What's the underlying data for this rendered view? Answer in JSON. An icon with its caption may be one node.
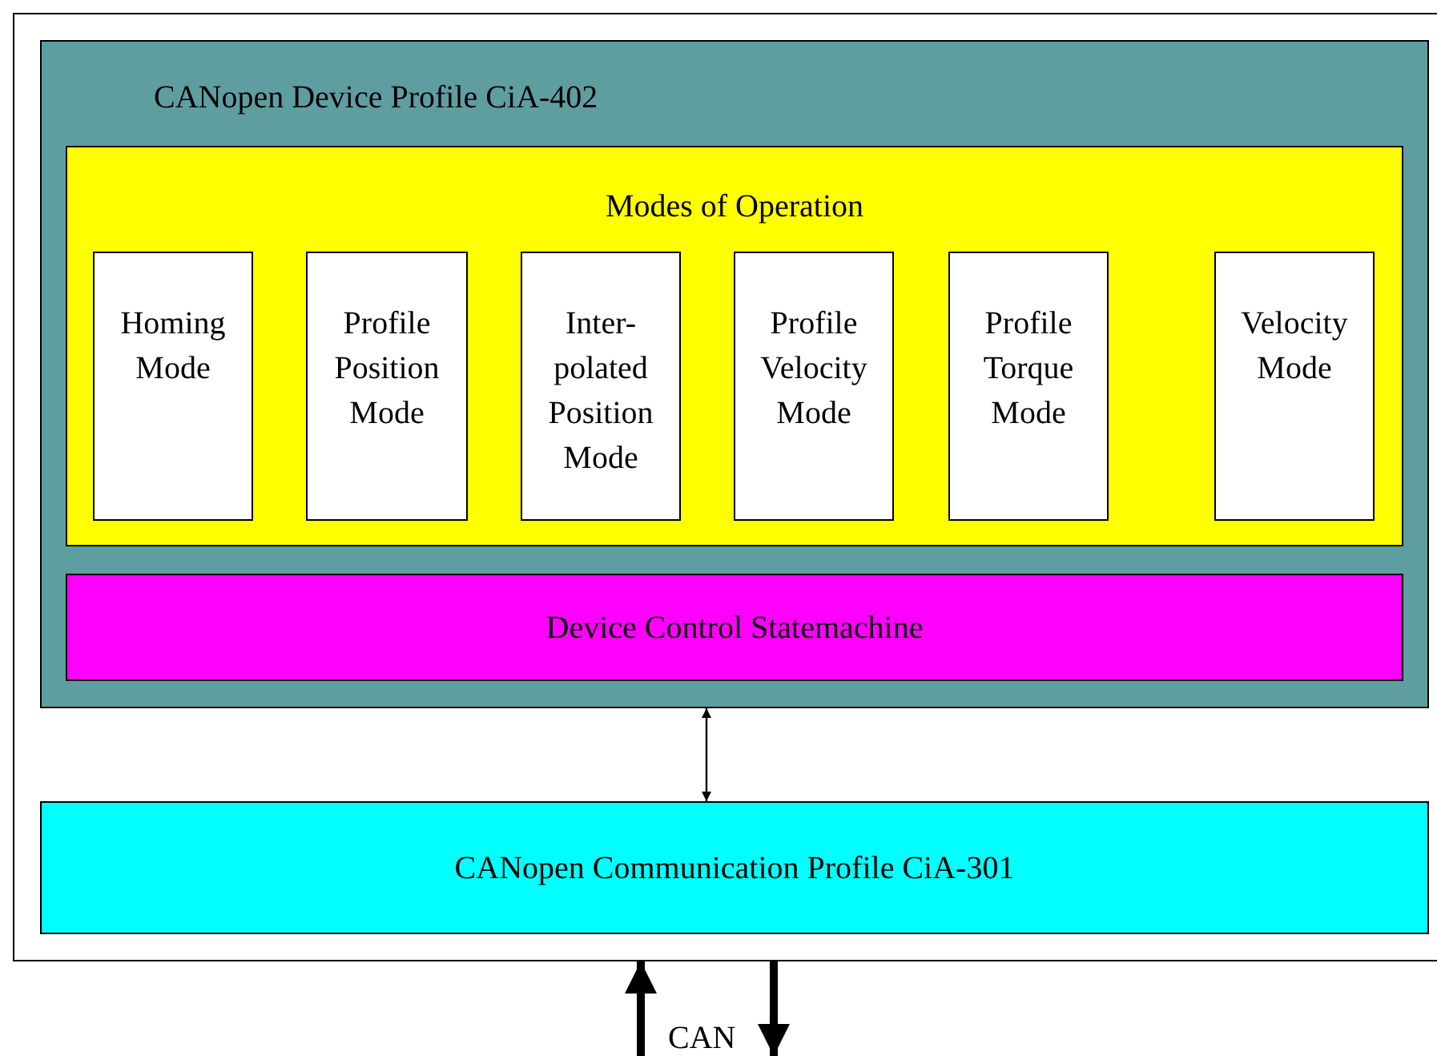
{
  "diagram": {
    "nodes": [
      {
        "text": [],
        "shape": "box"
      },
      {
        "text": [
          "CANopen Device Profile CiA-402"
        ],
        "in": 0
      },
      {
        "text": [
          "Modes of Operation"
        ],
        "in": 1
      },
      {
        "text": [
          "Homing Mode"
        ],
        "in": 2
      },
      {
        "text": [
          "Profile Position Mode"
        ],
        "in": 2
      },
      {
        "text": [
          "Inter-polated Position Mode"
        ],
        "in": 2
      },
      {
        "text": [
          "Profile Velocity Mode"
        ],
        "in": 2
      },
      {
        "text": [
          "Profile Torque Mode"
        ],
        "in": 2
      },
      {
        "text": [
          "Velocity Mode"
        ],
        "in": 2
      },
      {
        "text": [
          "Device Control Statemachine"
        ],
        "in": 1
      },
      {
        "text": [
          "CANopen Communication Profile CiA-301"
        ],
        "in": 0
      }
    ],
    "edges": [
      {
        "from": 1,
        "to": 10,
        "arrow": "both"
      },
      {
        "from": null,
        "to": 0,
        "arrow": "to"
      },
      {
        "from": 0,
        "to": null,
        "arrow": "to"
      }
    ],
    "labels": [
      "CAN"
    ]
  }
}
